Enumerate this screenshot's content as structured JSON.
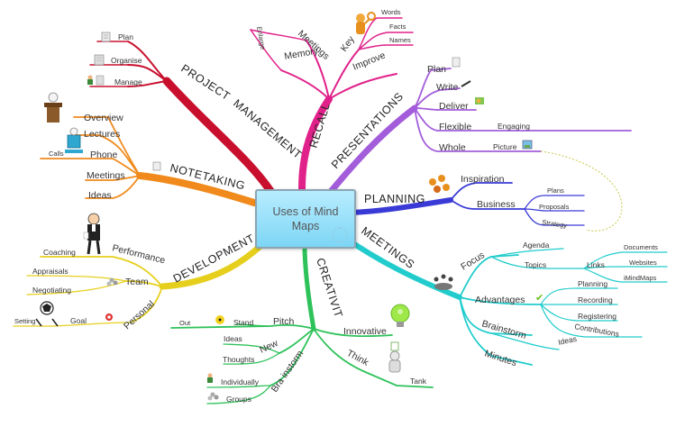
{
  "center": {
    "title": "Uses of Mind Maps"
  },
  "colors": {
    "management": "#c8102e",
    "recall": "#e0218a",
    "presentations": "#a35ddb",
    "planning": "#3a3ad6",
    "meetings": "#22cccc",
    "creativity": "#2ec25a",
    "development": "#e6cf1c",
    "notetaking": "#f08a1c"
  },
  "branches": {
    "management": {
      "label": "PROJECT MANAGEMENT",
      "line1": "PROJECT",
      "line2": "MANAGEMENT",
      "items": [
        "Plan",
        "Organise",
        "Manage"
      ]
    },
    "recall": {
      "label": "RECALL",
      "meetings": "Meetings",
      "meetings_child": "Enlarge",
      "memory": "Memory",
      "key": "Key",
      "key_children": [
        "Words",
        "Facts",
        "Names"
      ],
      "improve": "Improve"
    },
    "presentations": {
      "label": "PRESENTATIONS",
      "items": [
        "Plan",
        "Write",
        "Deliver",
        "Flexible",
        "Whole"
      ],
      "flexible_child": "Engaging",
      "whole_child": "Picture"
    },
    "planning": {
      "label": "PLANNING",
      "inspiration": "Inspiration",
      "business": "Business",
      "business_children": [
        "Plans",
        "Proposals",
        "Strategy"
      ]
    },
    "meetings": {
      "label": "MEETINGS",
      "focus": "Focus",
      "agenda": "Agenda",
      "topics": "Topics",
      "links": "Links",
      "links_children": [
        "Documents",
        "Websites",
        "iMindMaps"
      ],
      "advantages": "Advantages",
      "advantages_children": [
        "Planning",
        "Recording",
        "Registering",
        "Contributions"
      ],
      "brainstorm": "Brainstorm",
      "ideas": "Ideas",
      "minutes": "Minutes"
    },
    "creativity": {
      "label": "CREATIVIT",
      "pitch": "Pitch",
      "stand": "Stand",
      "out": "Out",
      "new": "New",
      "new_children": [
        "Ideas",
        "Thoughts"
      ],
      "brainstorm": "Bra instorm",
      "brainstorm_children": [
        "Individually",
        "Groups"
      ],
      "innovative": "Innovative",
      "think": "Think",
      "tank": "Tank"
    },
    "development": {
      "label": "DEVELOPMENT",
      "performance": "Performance",
      "coaching": "Coaching",
      "team": "Team",
      "appraisals": "Appraisals",
      "negotiating": "Negotiating",
      "personal": "Personal",
      "goal": "Goal",
      "setting": "Setting"
    },
    "notetaking": {
      "label": "NOTETAKING",
      "items": [
        "Overview",
        "Lectures",
        "Phone",
        "Meetings",
        "Ideas"
      ],
      "calls": "Calls"
    }
  }
}
